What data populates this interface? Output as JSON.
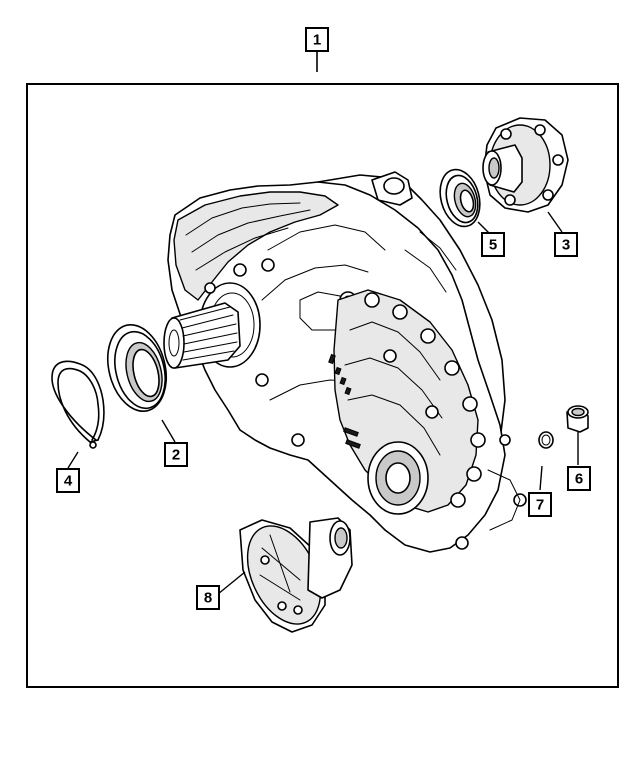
{
  "callouts": {
    "c1": "1",
    "c2": "2",
    "c3": "3",
    "c4": "4",
    "c5": "5",
    "c6": "6",
    "c7": "7",
    "c8": "8"
  },
  "icons": {
    "assembly": "transfer-case-assembly-icon",
    "seal_front": "input-seal-icon",
    "flange": "output-flange-icon",
    "snap_ring": "snap-ring-icon",
    "seal_rear": "output-seal-icon",
    "plug": "drain-plug-icon",
    "gasket": "plug-gasket-icon",
    "yoke": "companion-flange-icon"
  },
  "colors": {
    "line": "#000000",
    "background": "#ffffff"
  }
}
